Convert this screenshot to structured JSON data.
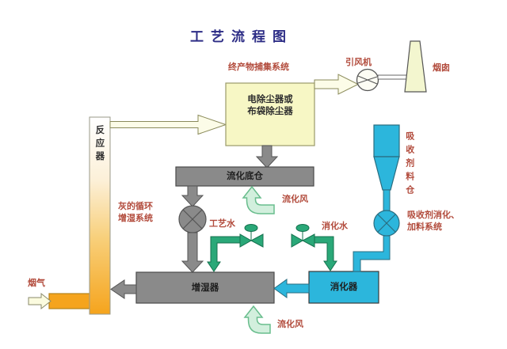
{
  "title": "工艺流程图",
  "labels": {
    "reactor": "反应器",
    "flue_gas": "烟气",
    "final_product_system": "终产物捕集系统",
    "dust_collector_line1": "电除尘器或",
    "dust_collector_line2": "布袋除尘器",
    "induced_draft_fan": "引风机",
    "chimney": "烟囱",
    "fluidized_bottom_bin": "流化底仓",
    "fluidizing_air_top": "流化风",
    "fluidizing_air_bottom": "流化风",
    "ash_circulation_line1": "灰的循环",
    "ash_circulation_line2": "增湿系统",
    "process_water": "工艺水",
    "slaking_water": "消化水",
    "humidifier": "增湿器",
    "slaker": "消化器",
    "absorbent_silo": "吸收剂料仓",
    "absorbent_system_line1": "吸收剂消化、",
    "absorbent_system_line2": "加料系统"
  },
  "colors": {
    "title_blue": "#2d2d86",
    "label_red": "#b24b3c",
    "equipment_gray": "#8a8a8a",
    "cyan": "#2cb6dc",
    "pipe_green": "#2aa878",
    "pale_green_air": "#d2efdd",
    "duct_orange": "#f5a41d",
    "pale_yellow_box": "#f7f7c5",
    "chimney_yellow": "#f3f6cf"
  }
}
